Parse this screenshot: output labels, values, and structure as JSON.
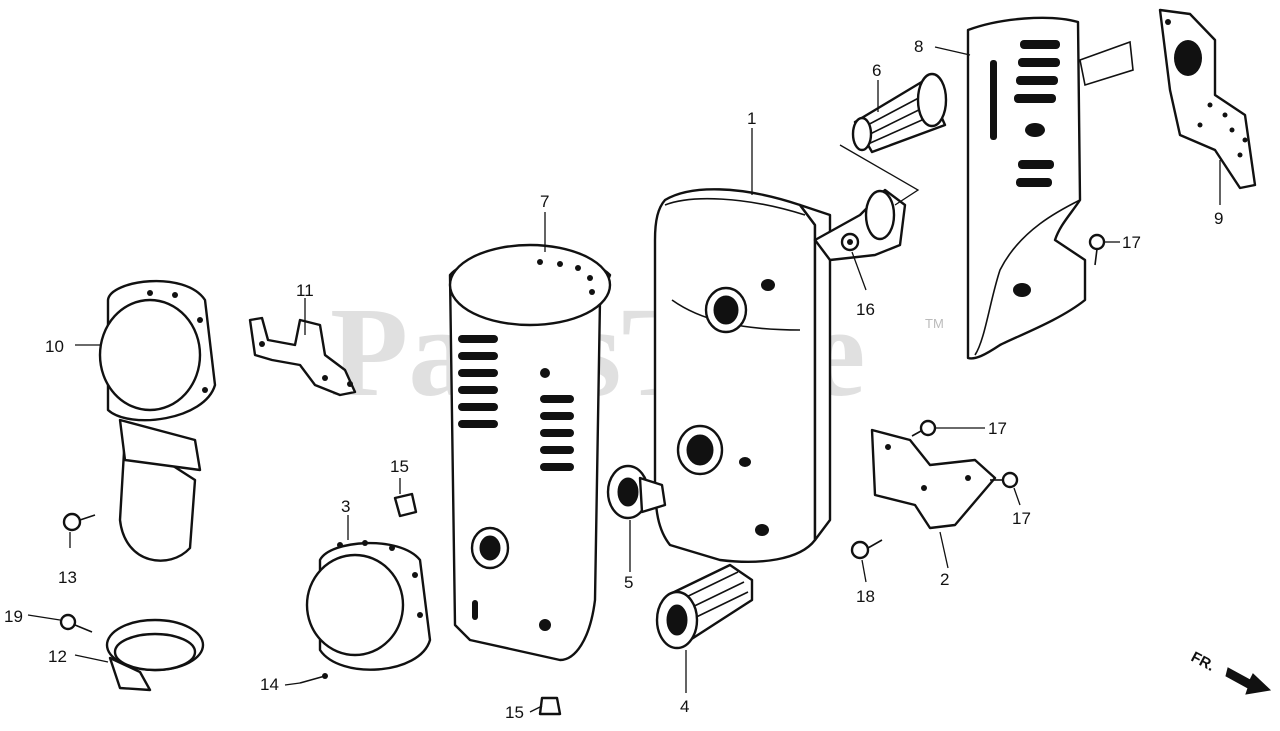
{
  "watermark": {
    "text": "PartsTree",
    "tm": "TM"
  },
  "direction": {
    "label": "FR."
  },
  "callouts": {
    "c1": "1",
    "c2": "2",
    "c3": "3",
    "c4": "4",
    "c5": "5",
    "c6": "6",
    "c7": "7",
    "c8": "8",
    "c9": "9",
    "c10": "10",
    "c11": "11",
    "c12": "12",
    "c13": "13",
    "c14": "14",
    "c15a": "15",
    "c15b": "15",
    "c16": "16",
    "c17a": "17",
    "c17b": "17",
    "c17c": "17",
    "c18": "18",
    "c19": "19"
  }
}
